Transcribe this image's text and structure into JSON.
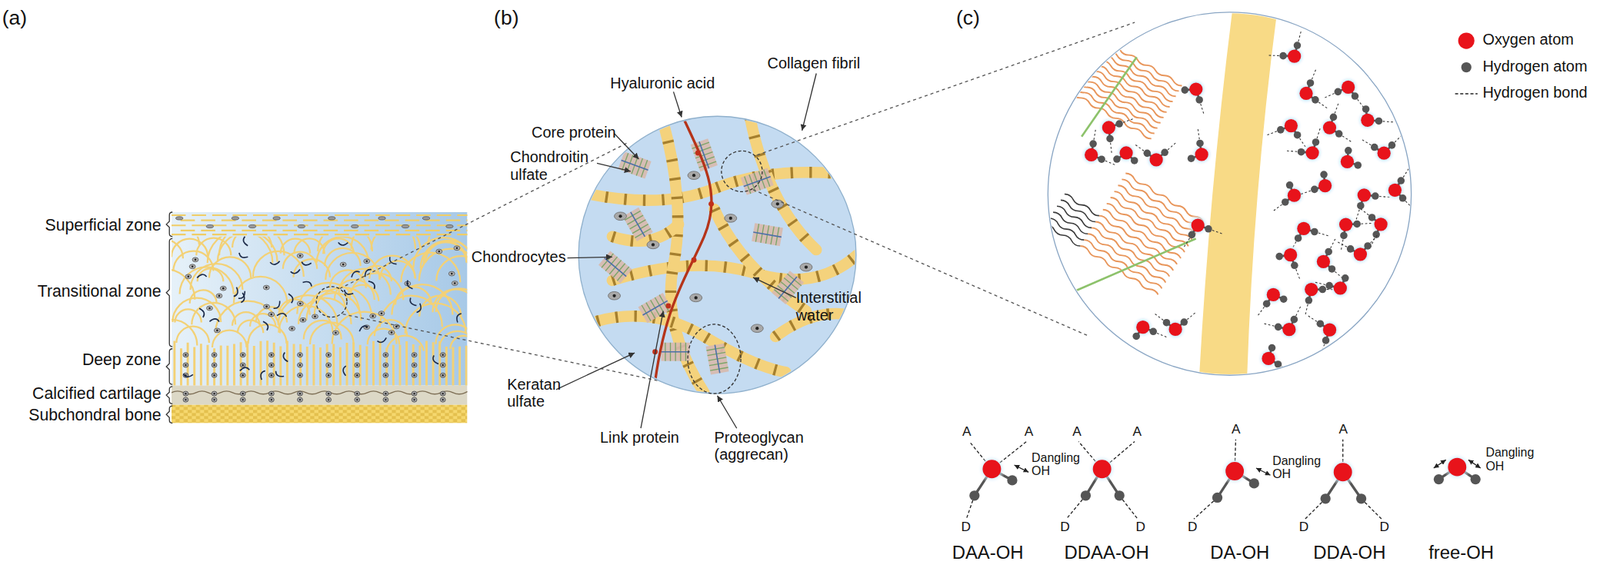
{
  "diagram": {
    "labels": [
      "(a)",
      "(b)",
      "(c)",
      "Superficial zone",
      "Transitional zone",
      "Deep zone",
      "Calcified cartilage",
      "Subchondral bone",
      "Hyaluronic acid",
      "Core protein",
      "Chondroitin ulfate",
      "Collagen fibril",
      "Chondrocytes",
      "Keratan ulfate",
      "Link protein",
      "Proteoglycan (aggrecan)",
      "Interstitial water",
      "A",
      "A",
      "Dangling OH",
      "D",
      "DAA-OH",
      "A",
      "A",
      "D",
      "D",
      "DDAA-OH",
      "A",
      "Dangling OH",
      "D",
      "DA-OH",
      "A",
      "D",
      "D",
      "DDA-OH",
      "Dangling OH",
      "free-OH"
    ],
    "legend": [
      {
        "text": "Oxygen atom",
        "color": "#e8131b"
      },
      {
        "text": "Hydrogen atom",
        "color": "#555555"
      },
      {
        "text": "Hydrogen bond"
      }
    ]
  }
}
